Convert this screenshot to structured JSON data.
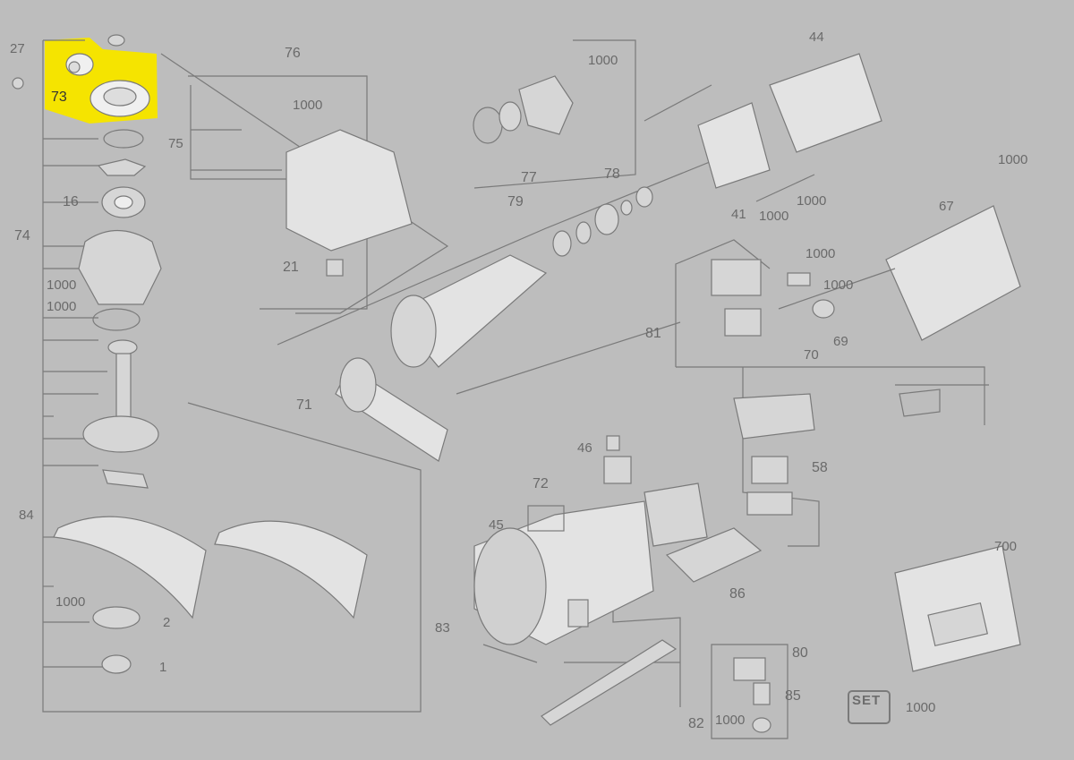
{
  "diagram": {
    "highlight_color": "#f5e400",
    "background_color": "#bdbdbd",
    "line_color": "#7a7a7a",
    "callouts": [
      "27",
      "73",
      "76",
      "1000",
      "75",
      "16",
      "74",
      "1000",
      "1000",
      "21",
      "1000",
      "77",
      "78",
      "79",
      "44",
      "41",
      "1000",
      "1000",
      "1000",
      "67",
      "1000",
      "1000",
      "81",
      "69",
      "70",
      "71",
      "46",
      "58",
      "72",
      "45",
      "84",
      "700",
      "86",
      "1000",
      "2",
      "83",
      "80",
      "1",
      "85",
      "1000",
      "82",
      "1000"
    ],
    "set_kit": {
      "label": "SET",
      "number": "1000"
    },
    "highlighted_part": "73"
  }
}
